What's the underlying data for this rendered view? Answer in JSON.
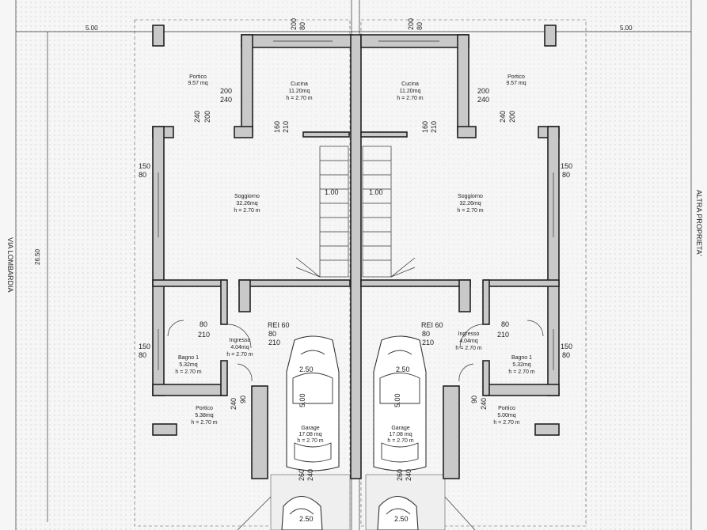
{
  "colors": {
    "wall": "#c9c9c9",
    "outline": "#222222",
    "ground": "#f4f4f4",
    "dots": "#c4c4c4"
  },
  "plot": {
    "width_left": "5.00",
    "width_right": "5.00",
    "depth": "26.50"
  },
  "street_left": "VIA LOMBARDIA",
  "street_right": "ALTRA PROPRIETA'",
  "rooms": {
    "portico_top_l": {
      "name": "Portico",
      "area": "9.57 mq"
    },
    "portico_top_r": {
      "name": "Portico",
      "area": "9.57 mq"
    },
    "cucina_l": {
      "name": "Cucina",
      "area": "11.20mq",
      "height": "h = 2.70 m"
    },
    "cucina_r": {
      "name": "Cucina",
      "area": "11.20mq",
      "height": "h = 2.70 m"
    },
    "soggiorno_l": {
      "name": "Soggiorno",
      "area": "32.26mq",
      "height": "h = 2.70 m"
    },
    "soggiorno_r": {
      "name": "Soggiorno",
      "area": "32.26mq",
      "height": "h = 2.70 m"
    },
    "ingresso_l": {
      "name": "Ingresso",
      "area": "4.04mq",
      "height": "h = 2.70 m"
    },
    "ingresso_r": {
      "name": "Ingresso",
      "area": "4.04mq",
      "height": "h = 2.70 m"
    },
    "bagno_l": {
      "name": "Bagno 1",
      "area": "5.32mq",
      "height": "h = 2.70 m"
    },
    "bagno_r": {
      "name": "Bagno 1",
      "area": "5.32mq",
      "height": "h = 2.70 m"
    },
    "portico_bot_l": {
      "name": "Portico",
      "area": "5.38mq",
      "height": "h = 2.70 m"
    },
    "portico_bot_r": {
      "name": "Portico",
      "area": "5.00mq",
      "height": "h = 2.70 m"
    },
    "garage_l": {
      "name": "Garage",
      "area": "17.08 mq",
      "height": "h = 2.70 m"
    },
    "garage_r": {
      "name": "Garage",
      "area": "17.08 mq",
      "height": "h = 2.70 m"
    }
  },
  "dims": {
    "d200": "200",
    "d240": "240",
    "d80": "80",
    "d160": "160",
    "d210": "210",
    "d150": "150",
    "d90": "90",
    "d260": "260",
    "stair": "1.00",
    "car_w": "2.50",
    "car_l": "5.00",
    "rei": "REI 60"
  }
}
